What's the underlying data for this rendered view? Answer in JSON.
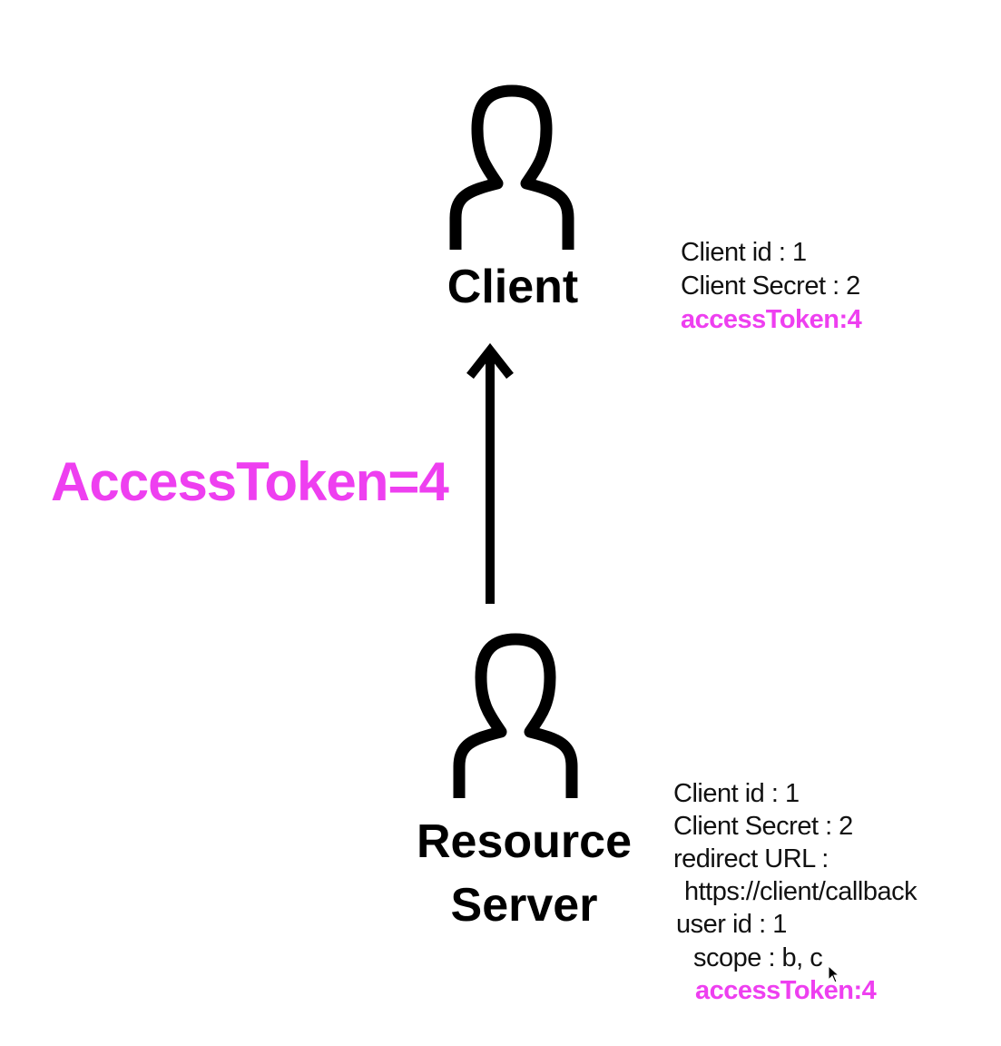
{
  "colors": {
    "accent": "#ee3ff0",
    "ink": "#000000"
  },
  "client": {
    "label": "Client",
    "icon": "person-outline-icon",
    "info": {
      "client_id": "Client id : 1",
      "client_secret": "Client Secret : 2",
      "access_token": "accessToken:4"
    }
  },
  "resource_server": {
    "label_line1": "Resource",
    "label_line2": "Server",
    "icon": "person-outline-icon",
    "info": {
      "client_id": "Client id : 1",
      "client_secret": "Client Secret : 2",
      "redirect_url_label": "redirect URL :",
      "redirect_url_value": "https://client/callback",
      "user_id": "user id : 1",
      "scope": "scope : b, c",
      "access_token": "accessToken:4"
    }
  },
  "flow": {
    "direction": "resource-server-to-client",
    "label": "AccessToken=4"
  }
}
